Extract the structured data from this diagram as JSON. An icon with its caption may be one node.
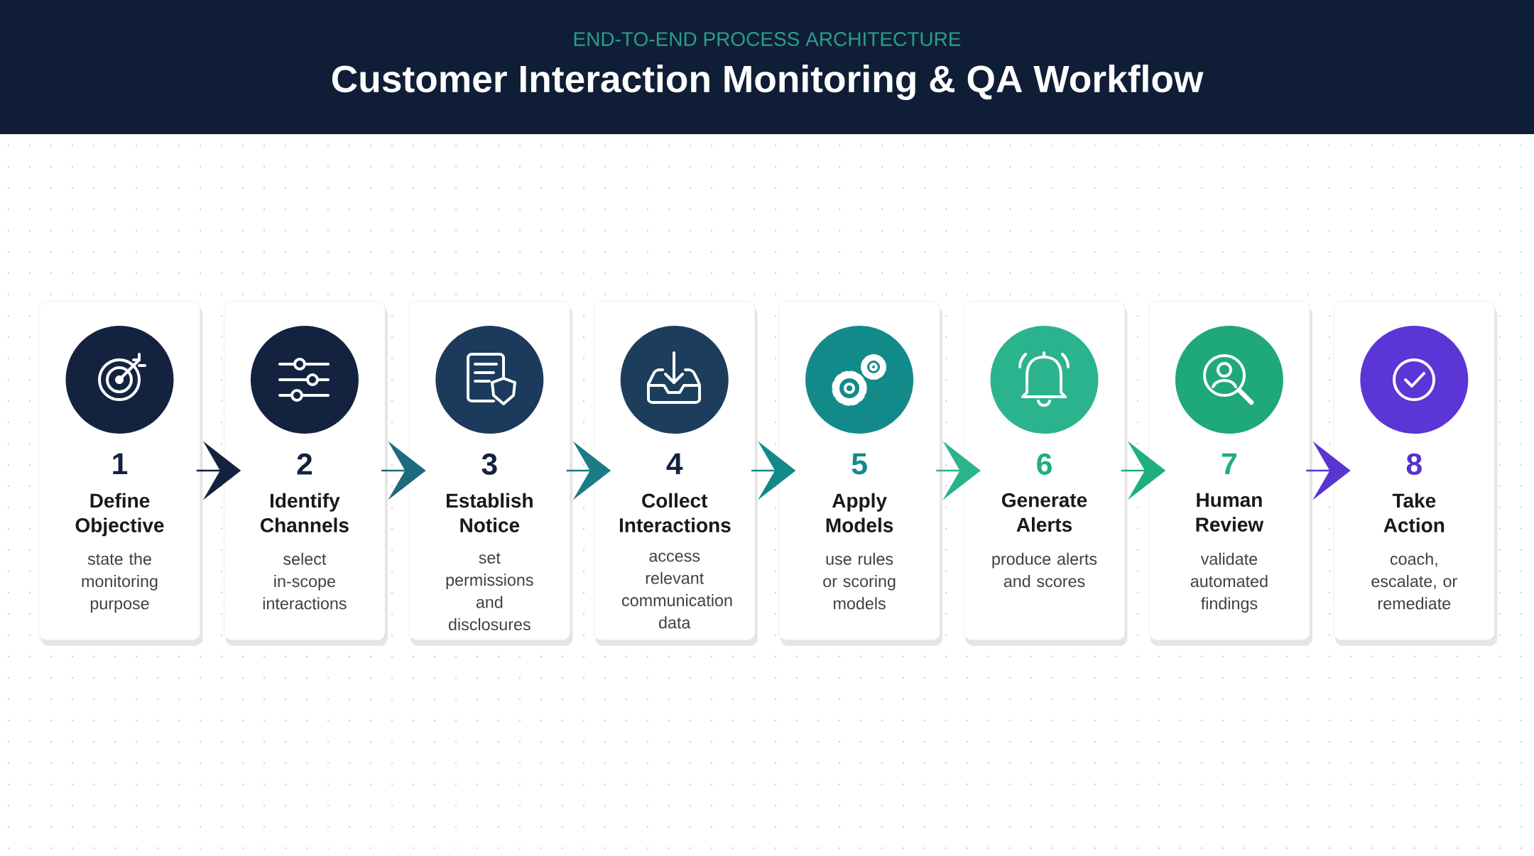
{
  "diagram": {
    "title": "Customer Interaction Monitoring & QA Workflow",
    "caption": "END-TO-END PROCESS ARCHITECTURE",
    "nodes": [
      {
        "text": [
          "1",
          "Define Objective",
          "state the monitoring purpose"
        ]
      },
      {
        "text": [
          "2",
          "Identify Channels",
          "select in-scope interactions"
        ]
      },
      {
        "text": [
          "3",
          "Establish Notice",
          "set permissions and disclosures"
        ]
      },
      {
        "text": [
          "4",
          "Collect Interactions",
          "access relevant communication data"
        ]
      },
      {
        "text": [
          "5",
          "Apply Models",
          "use rules or scoring models"
        ]
      },
      {
        "text": [
          "6",
          "Generate Alerts",
          "produce alerts and scores"
        ]
      },
      {
        "text": [
          "7",
          "Human Review",
          "validate automated findings"
        ]
      },
      {
        "text": [
          "8",
          "Take Action",
          "coach, escalate, or remediate"
        ]
      }
    ],
    "edges": [
      {
        "from": 0,
        "to": 1,
        "arrow": "to",
        "color": "#13233f"
      },
      {
        "from": 1,
        "to": 2,
        "arrow": "to",
        "color": "#1f6a7c"
      },
      {
        "from": 2,
        "to": 3,
        "arrow": "to",
        "color": "#1a7c85"
      },
      {
        "from": 3,
        "to": 4,
        "arrow": "to",
        "color": "#13898a"
      },
      {
        "from": 4,
        "to": 5,
        "arrow": "to",
        "color": "#2bb38e"
      },
      {
        "from": 5,
        "to": 6,
        "arrow": "to",
        "color": "#1faf7c"
      },
      {
        "from": 6,
        "to": 7,
        "arrow": "to",
        "color": "#5a35d0"
      }
    ]
  }
}
